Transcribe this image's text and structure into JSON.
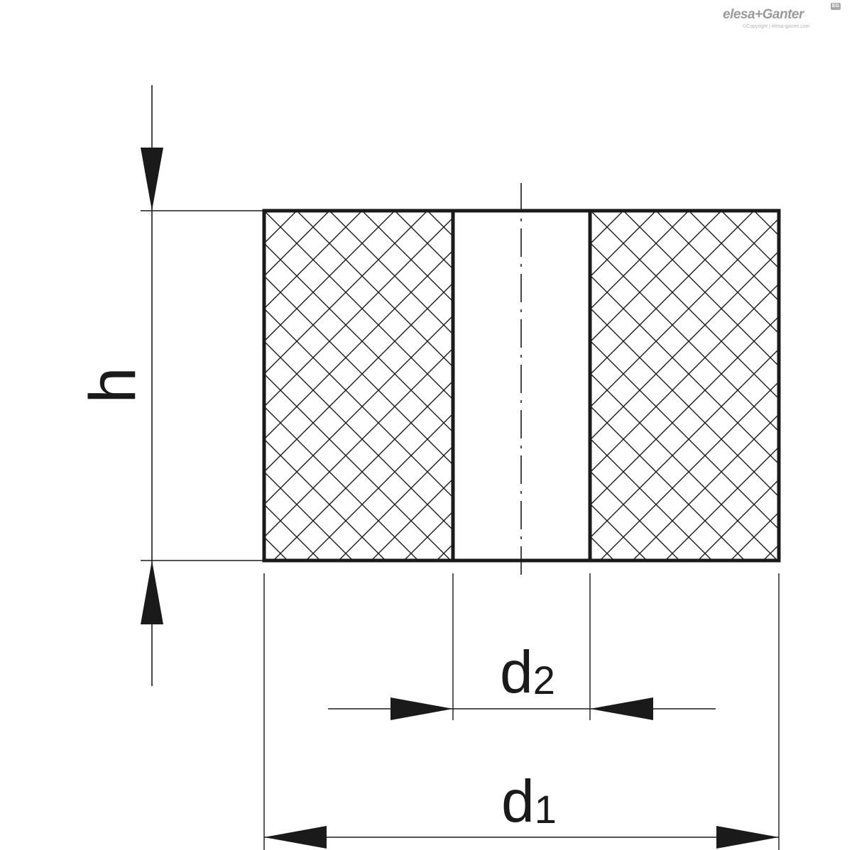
{
  "brand": {
    "name": "elesa+Ganter",
    "copyright": "©Copyright | elesa-ganter.com",
    "badge": "EG"
  },
  "dimensions": {
    "height_label": "h",
    "inner_diameter": {
      "base": "d",
      "sub": "2"
    },
    "outer_diameter": {
      "base": "d",
      "sub": "1"
    }
  },
  "colors": {
    "line": "#1a1a1a",
    "hatch": "#1a1a1a",
    "background": "#ffffff",
    "logo": "#9a9a9a"
  },
  "icons": {
    "section_hatch": "cross-hatch-pattern",
    "dimension_arrow": "filled-triangle-arrowhead"
  }
}
